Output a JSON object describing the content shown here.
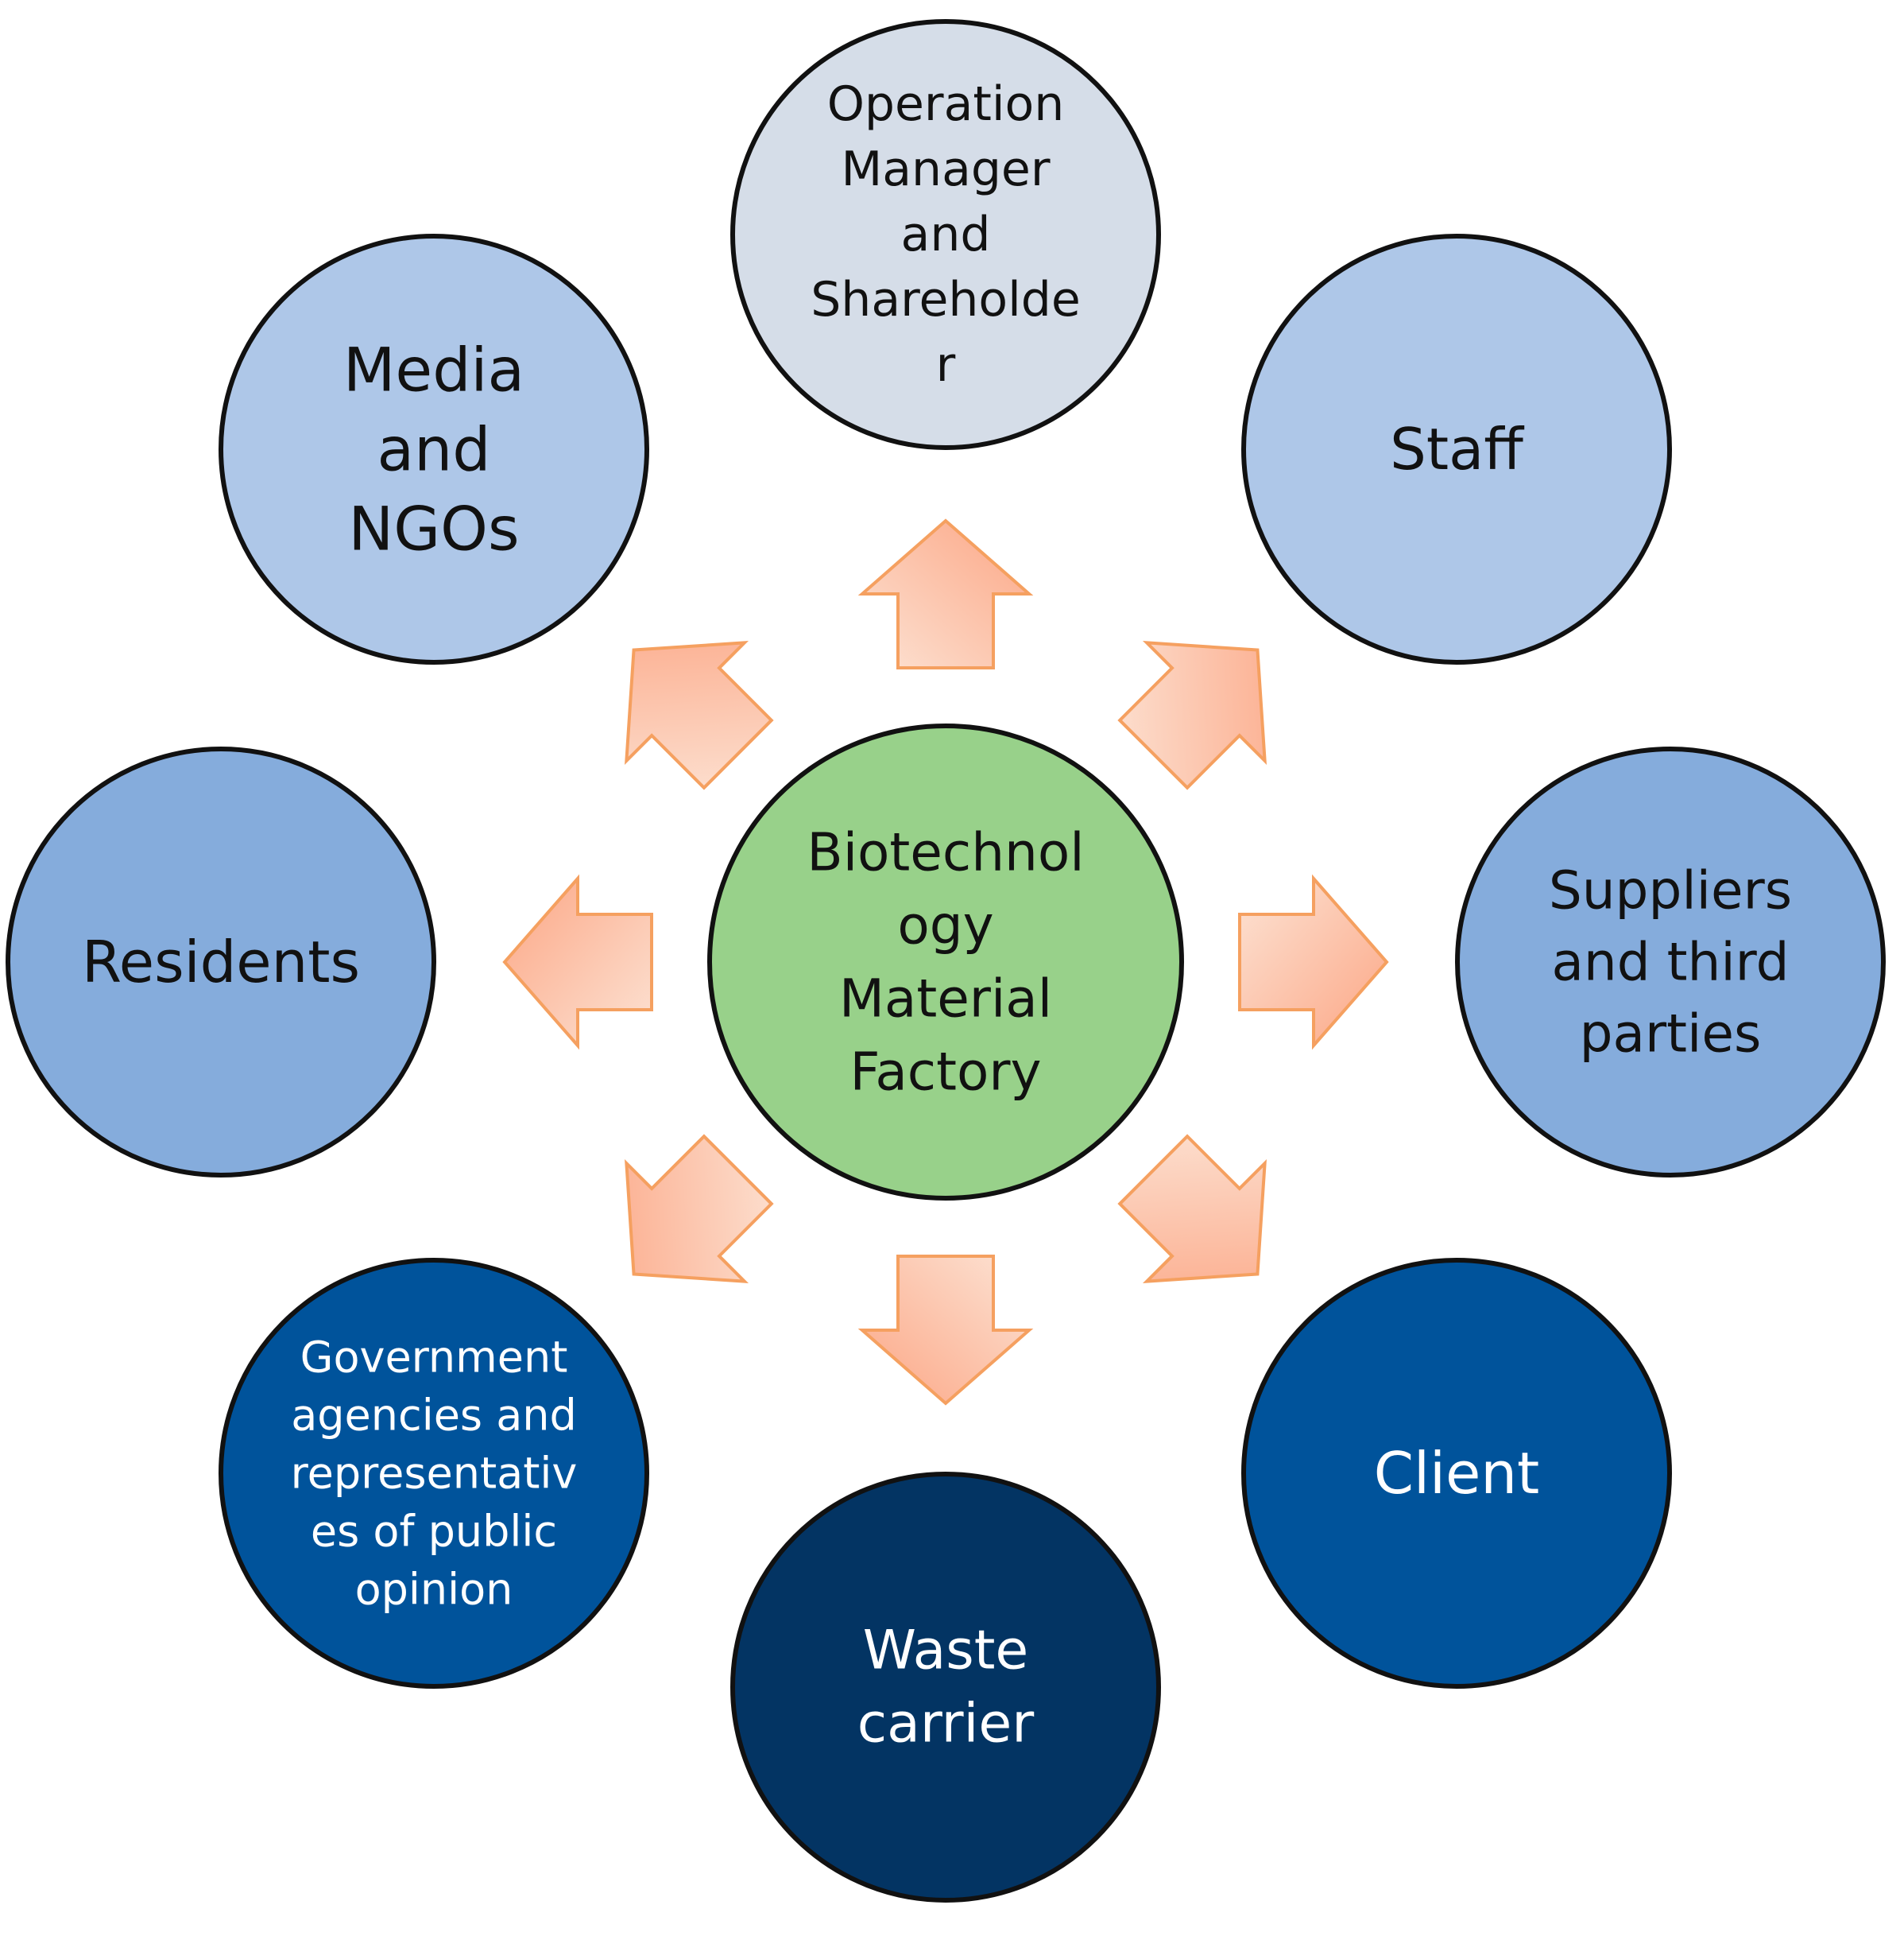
{
  "center": {
    "lines": [
      "Biotechnol",
      "ogy",
      "Material",
      "Factory"
    ],
    "fill": "#98d18a",
    "text_color": "#111111"
  },
  "stakeholders": [
    {
      "id": "operation-manager",
      "lines": [
        "Operation",
        "Manager",
        "and",
        "Shareholde",
        "r"
      ],
      "fill": "#d5dde8",
      "text_color": "#111111"
    },
    {
      "id": "staff",
      "lines": [
        "Staff"
      ],
      "fill": "#aec7e8",
      "text_color": "#111111"
    },
    {
      "id": "suppliers",
      "lines": [
        "Suppliers",
        "and third",
        "parties"
      ],
      "fill": "#85acdc",
      "text_color": "#111111"
    },
    {
      "id": "client",
      "lines": [
        "Client"
      ],
      "fill": "#00539b",
      "text_color": "#ffffff"
    },
    {
      "id": "waste-carrier",
      "lines": [
        "Waste",
        "carrier"
      ],
      "fill": "#033463",
      "text_color": "#ffffff"
    },
    {
      "id": "government",
      "lines": [
        "Government",
        "agencies and",
        "representativ",
        "es of public",
        "opinion"
      ],
      "fill": "#00539b",
      "text_color": "#ffffff"
    },
    {
      "id": "residents",
      "lines": [
        "Residents"
      ],
      "fill": "#85acdc",
      "text_color": "#111111"
    },
    {
      "id": "media-ngos",
      "lines": [
        "Media",
        "and",
        "NGOs"
      ],
      "fill": "#aec7e8",
      "text_color": "#111111"
    }
  ],
  "arrow_colors": {
    "fill_light": "#fde3d4",
    "fill_dark": "#fba685",
    "stroke": "#f5a060"
  },
  "circle_stroke": "#111111"
}
